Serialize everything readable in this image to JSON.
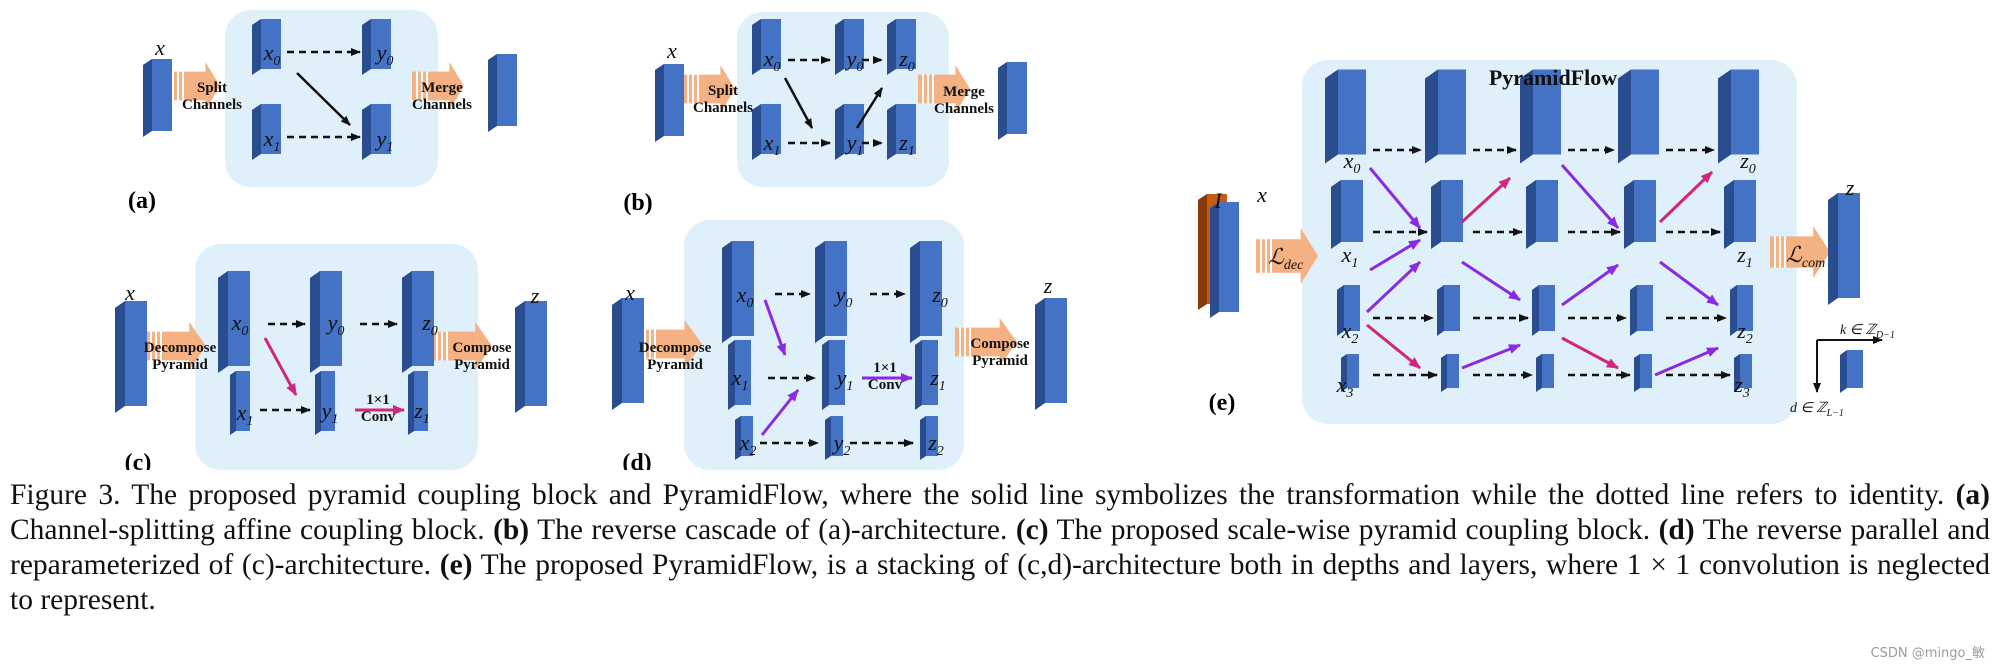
{
  "colors": {
    "block_face": "#4472c4",
    "block_side": "#2a4d8f",
    "block_top": "#6d95d8",
    "panel_bg": "#dff0fa",
    "op_arrow": "#f4b183",
    "image_block": "#c55a11",
    "arrow_purple": "#8a2be2",
    "arrow_magenta": "#d0267d",
    "dashed": "#111111"
  },
  "panels": {
    "a": {
      "label": "(a)",
      "split_op": [
        "Split",
        "Channels"
      ],
      "merge_op": [
        "Merge",
        "Channels"
      ]
    },
    "b": {
      "label": "(b)",
      "split_op": [
        "Split",
        "Channels"
      ],
      "merge_op": [
        "Merge",
        "Channels"
      ]
    },
    "c": {
      "label": "(c)",
      "decompose_op": [
        "Decompose",
        "Pyramid"
      ],
      "compose_op": [
        "Compose",
        "Pyramid"
      ],
      "conv_label": [
        "1×1",
        "Conv"
      ]
    },
    "d": {
      "label": "(d)",
      "decompose_op": [
        "Decompose",
        "Pyramid"
      ],
      "compose_op": [
        "Compose",
        "Pyramid"
      ],
      "conv_label": [
        "1×1",
        "Conv"
      ]
    },
    "e": {
      "label": "(e)",
      "title": "PyramidFlow",
      "loss_in": "dec",
      "loss_out": "com",
      "image_label": "I",
      "axis_k": "k ∈ ℤ",
      "axis_k_sub": "D−1",
      "axis_d": "d ∈ ℤ",
      "axis_d_sub": "L−1"
    }
  },
  "var_x": "x",
  "var_y": "y",
  "var_z": "z",
  "caption": {
    "lead": "Figure 3.  The proposed pyramid coupling block and PyramidFlow, where the solid line symbolizes the transformation while the dotted line refers to identity. ",
    "a_tag": "(a)",
    "a_text": " Channel-splitting affine coupling block. ",
    "b_tag": "(b)",
    "b_text": " The reverse cascade of (a)-architecture. ",
    "c_tag": "(c)",
    "c_text": " The proposed scale-wise pyramid coupling block. ",
    "d_tag": "(d)",
    "d_text": " The reverse parallel and reparameterized of (c)-architecture. ",
    "e_tag": "(e)",
    "e_text": " The proposed PyramidFlow, is a stacking of (c,d)-architecture both in depths and layers, where 1 × 1 convolution is neglected to represent."
  },
  "watermark": "CSDN @mingo_敏"
}
